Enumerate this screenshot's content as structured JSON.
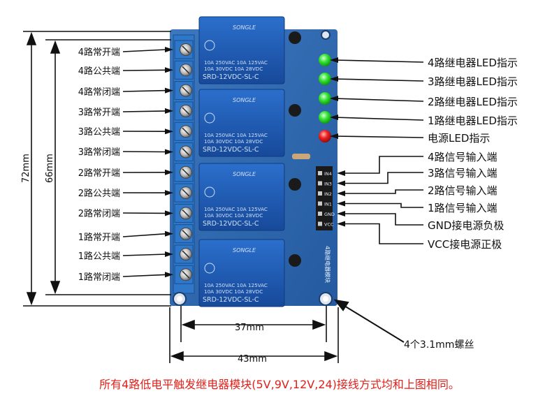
{
  "left_terminals": [
    "4路常开端",
    "4路公共端",
    "4路常闭端",
    "3路常开端",
    "3路公共端",
    "3路常闭端",
    "2路常开端",
    "2路公共端",
    "2路常闭端",
    "1路常开端",
    "1路公共端",
    "1路常闭端"
  ],
  "right_led_labels": [
    "4路继电器LED指示",
    "3路继电器LED指示",
    "2路继电器LED指示",
    "1路继电器LED指示",
    "电源LED指示"
  ],
  "right_signal_labels": [
    "4路信号输入端",
    "3路信号输入端",
    "2路信号输入端",
    "1路信号输入端",
    "GND接电源负极",
    "VCC接电源正极"
  ],
  "pin_labels": [
    "IN4",
    "IN3",
    "IN2",
    "IN1",
    "GND",
    "VCC"
  ],
  "dimensions": {
    "outer_height": "72mm",
    "inner_height": "66mm",
    "hole_spacing": "37mm",
    "board_width": "43mm"
  },
  "screw_note": "4个3.1mm螺丝",
  "relay": {
    "brand": "SONGLE",
    "rating1": "10A 250VAC  10A 125VAC",
    "rating2": "10A  30VDC  10A  28VDC",
    "model": "SRD-12VDC-SL-C"
  },
  "board_title": "4路继电器模块",
  "footer": "所有4路低电平触发继电器模块(5V,9V,12V,24)接线方式均和上图相同。",
  "colors": {
    "board": "#2b66ad",
    "relay": "#1f5fb5",
    "terminal": "#2f77c9",
    "led_green": "#2fe02f",
    "led_red": "#e01818",
    "footer_text": "#e0201a"
  }
}
